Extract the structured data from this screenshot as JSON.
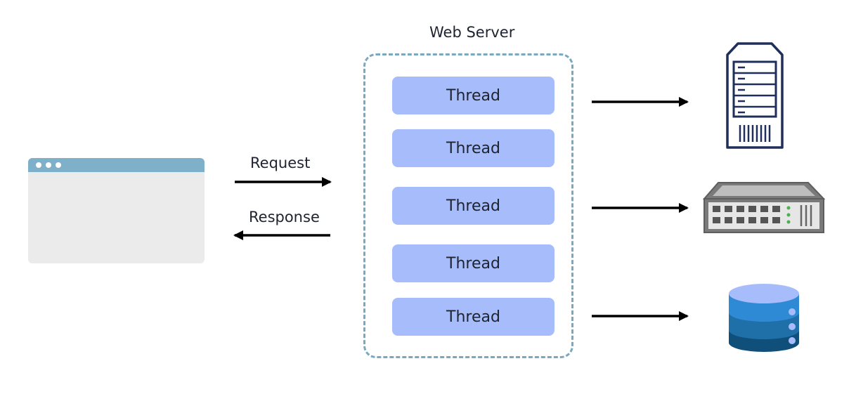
{
  "server": {
    "title": "Web Server"
  },
  "flow": {
    "request_label": "Request",
    "response_label": "Response"
  },
  "threads": [
    {
      "label": "Thread"
    },
    {
      "label": "Thread"
    },
    {
      "label": "Thread"
    },
    {
      "label": "Thread"
    },
    {
      "label": "Thread"
    }
  ],
  "resources": [
    {
      "icon": "server-tower-icon"
    },
    {
      "icon": "network-switch-icon"
    },
    {
      "icon": "database-icon"
    }
  ],
  "colors": {
    "thread_fill": "#a7bdfb",
    "server_border": "#7aa8bf",
    "browser_bar": "#7fb0c9",
    "browser_body": "#ebebeb",
    "tower_navy": "#1f2f5a",
    "db_light": "#a7bdfb",
    "db_mid": "#2f8ad6",
    "db_dark": "#0f4f7a"
  }
}
